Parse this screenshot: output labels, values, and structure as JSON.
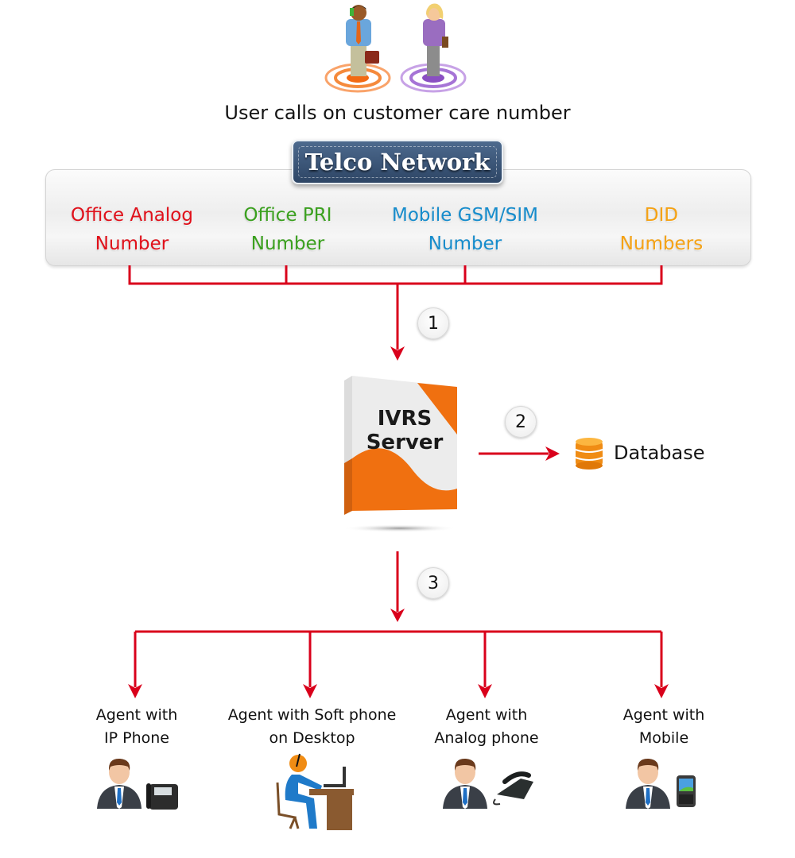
{
  "caption": "User calls on customer care number",
  "network": {
    "title": "Telco Network",
    "numbers": [
      {
        "line1": "Office Analog",
        "line2": "Number",
        "color": "#e0101a"
      },
      {
        "line1": "Office PRI",
        "line2": "Number",
        "color": "#3aa01e"
      },
      {
        "line1": "Mobile GSM/SIM",
        "line2": "Number",
        "color": "#168ccc"
      },
      {
        "line1": "DID",
        "line2": "Numbers",
        "color": "#f5a214"
      }
    ]
  },
  "steps": [
    "1",
    "2",
    "3"
  ],
  "server": {
    "line1": "IVRS",
    "line2": "Server"
  },
  "database": {
    "label": "Database"
  },
  "agents": [
    {
      "line1": "Agent with",
      "line2": "IP Phone"
    },
    {
      "line1": "Agent with Soft phone",
      "line2": "on Desktop"
    },
    {
      "line1": "Agent with",
      "line2": "Analog phone"
    },
    {
      "line1": "Agent with",
      "line2": "Mobile"
    }
  ],
  "colors": {
    "connector": "#d9001b",
    "server_accent": "#f07010"
  }
}
